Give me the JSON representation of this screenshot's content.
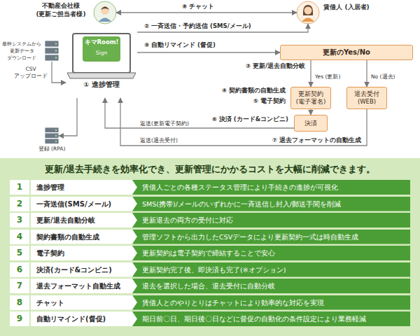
{
  "diagram": {
    "nodes": [
      {
        "text": [
          "不動産会社様 (更新ご担当者様)"
        ]
      },
      {
        "text": [
          "賃借人 (入居者)"
        ]
      },
      {
        "text": [
          "キマRoom!",
          "Sign",
          "① 進捗管理"
        ]
      },
      {
        "text": [
          "更新のYes/No"
        ]
      },
      {
        "text": [
          "更新契約 (電子署名)"
        ]
      },
      {
        "text": [
          "退去受付 (WEB)"
        ]
      },
      {
        "text": [
          "決済"
        ]
      },
      {
        "text": [
          "基幹システムから 更新データ ダウンロード"
        ]
      },
      {
        "text": [
          "登録 (RPA)"
        ]
      },
      {
        "text": [
          "更新/退去手続きを効率化でき、更新管理にかかるコストを大幅に削減できます。"
        ]
      },
      {
        "text": [
          "1",
          "進捗管理",
          "賃借人ごとの各種ステータス管理により手続きの進捗が可視化"
        ],
        "in": 9
      },
      {
        "text": [
          "2",
          "一斉送信(SMS/メール)",
          "SMS(携帯)/メールのいずれかに一斉送信し封入/郵送手間を削減"
        ],
        "in": 9
      },
      {
        "text": [
          "3",
          "更新/退去自動分岐",
          "更新退去の両方の受付に対応"
        ],
        "in": 9
      },
      {
        "text": [
          "4",
          "契約書類の自動生成",
          "管理ソフトから出力したCSVデータにより更新契約一式は時自動生成"
        ],
        "in": 9
      },
      {
        "text": [
          "5",
          "電子契約",
          "更新契約は電子契約で締結することで安心"
        ],
        "in": 9
      },
      {
        "text": [
          "6",
          "決済(カード&コンビニ)",
          "更新契約完了後、即決済も完了(※オプション)"
        ],
        "in": 9
      },
      {
        "text": [
          "7",
          "退去フォーマット自動生成",
          "退去を選択した場合、退去受付に自動分岐"
        ],
        "in": 9
      },
      {
        "text": [
          "8",
          "チャット",
          "賃借人とのやりとりはチャットにより効率的な対応を実現"
        ],
        "in": 9
      },
      {
        "text": [
          "9",
          "自動リマインド(督促)",
          "期日前〇日、期日後〇日などに督促の自動化の条件設定により業務軽減"
        ],
        "in": 9
      }
    ],
    "edges": [
      {
        "from": 0,
        "to": 1,
        "label": "⑧ チャット",
        "arrow": "both"
      },
      {
        "from": 2,
        "to": 1,
        "label": "② 一斉送信・予約送信 (SMS/メール)",
        "arrow": "to"
      },
      {
        "from": 2,
        "to": 3,
        "label": "⑨ 自動リマインド (督促)",
        "arrow": "to"
      },
      {
        "from": 3,
        "to": 4,
        "label": "Yes (更新)",
        "arrow": "to"
      },
      {
        "from": 3,
        "to": 5,
        "label": "No (退去)",
        "arrow": "to"
      },
      {
        "from": 4,
        "to": 6,
        "arrow": "to"
      },
      {
        "from": 6,
        "to": 2,
        "label": "返送(更新電子契約)",
        "arrow": "to"
      },
      {
        "from": 5,
        "to": 2,
        "label": "返送(退去受付)",
        "arrow": "to"
      },
      {
        "from": 7,
        "to": 2,
        "label": "CSV アップロード",
        "arrow": "to"
      },
      {
        "from": 2,
        "to": 8,
        "arrow": "to"
      }
    ],
    "labels": [
      "③ 更新/退去自動分岐",
      "④ 契約書類の自動生成",
      "⑤ 電子契約",
      "⑥ 決済 (カード&コンビニ)",
      "⑦ 退去フォーマットの自動生成"
    ]
  }
}
